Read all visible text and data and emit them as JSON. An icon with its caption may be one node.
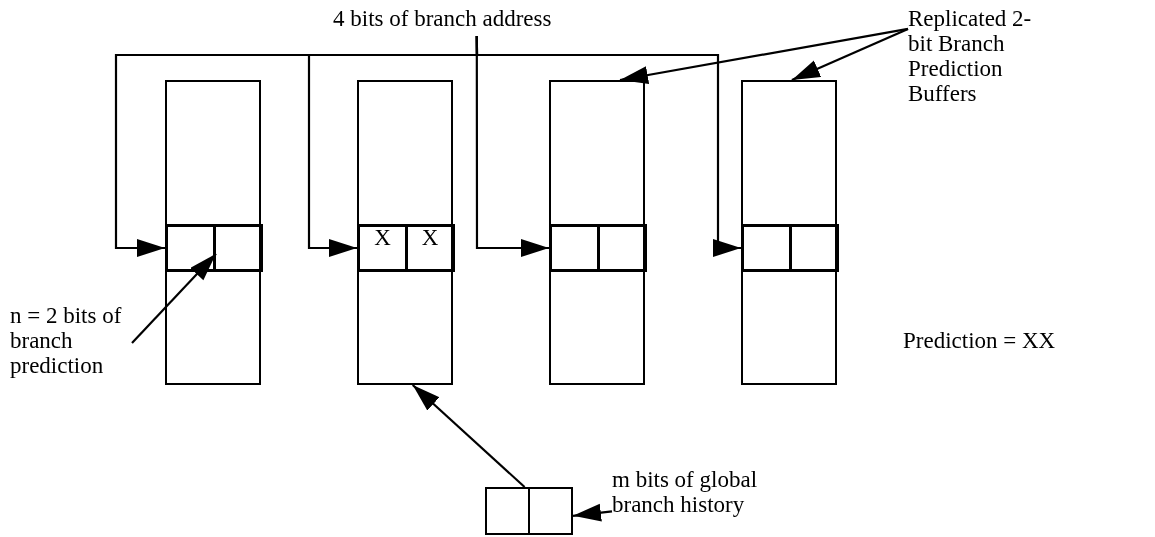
{
  "diagram": {
    "nodes": [
      {
        "text": [
          "4 bits of branch address"
        ]
      },
      {
        "text": [
          "Replicated 2-bit Branch Prediction Buffers"
        ]
      },
      {
        "text": [],
        "shape": "box"
      },
      {
        "text": [],
        "shape": "box"
      },
      {
        "text": [],
        "shape": "box"
      },
      {
        "text": [],
        "shape": "box"
      },
      {
        "text": [],
        "shape": "box",
        "in": 2
      },
      {
        "text": [],
        "shape": "box",
        "in": 2
      },
      {
        "text": [
          "X"
        ],
        "in": 3
      },
      {
        "text": [
          "X"
        ],
        "in": 3
      },
      {
        "text": [],
        "shape": "box",
        "in": 4
      },
      {
        "text": [],
        "shape": "box",
        "in": 4
      },
      {
        "text": [],
        "shape": "box",
        "in": 5
      },
      {
        "text": [],
        "shape": "box",
        "in": 5
      },
      {
        "text": [
          "n = 2 bits of branch prediction"
        ]
      },
      {
        "text": [],
        "shape": "box"
      },
      {
        "text": [
          "m bits of global branch history"
        ]
      }
    ],
    "edges": [
      {
        "from": 0,
        "to": 6,
        "arrow": "to"
      },
      {
        "from": 0,
        "to": 8,
        "arrow": "to"
      },
      {
        "from": 0,
        "to": 10,
        "arrow": "to"
      },
      {
        "from": 0,
        "to": 12,
        "arrow": "to"
      },
      {
        "from": 1,
        "to": 4,
        "arrow": "to"
      },
      {
        "from": 1,
        "to": 5,
        "arrow": "to"
      },
      {
        "from": 14,
        "to": 6,
        "arrow": "to"
      },
      {
        "from": 15,
        "to": 3,
        "arrow": "to"
      },
      {
        "from": 16,
        "to": 15,
        "arrow": "to"
      }
    ],
    "labels": [
      "Prediction = XX"
    ]
  }
}
